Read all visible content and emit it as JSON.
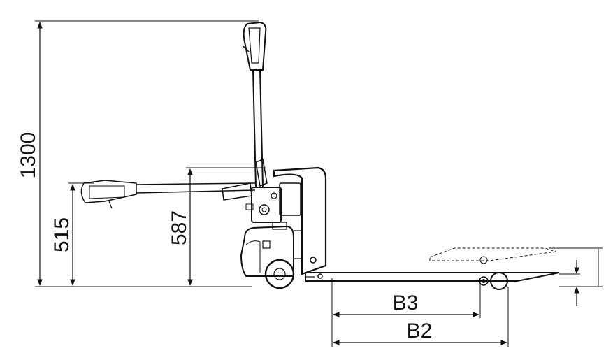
{
  "dimensions": {
    "total_height": "1300",
    "tiller_low_height": "515",
    "chassis_height": "587",
    "b3": "B3",
    "b2": "B2"
  },
  "colors": {
    "line": "#111111",
    "background": "#ffffff"
  }
}
